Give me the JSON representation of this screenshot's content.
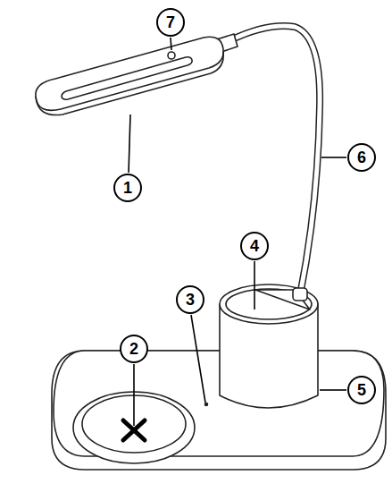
{
  "diagram": {
    "nodes": [
      {
        "text": [
          "7"
        ]
      },
      {
        "text": [
          "6"
        ]
      },
      {
        "text": [
          "1"
        ]
      },
      {
        "text": [
          "4"
        ]
      },
      {
        "text": [
          "3"
        ]
      },
      {
        "text": [
          "2"
        ]
      },
      {
        "text": [
          "5"
        ]
      }
    ]
  }
}
